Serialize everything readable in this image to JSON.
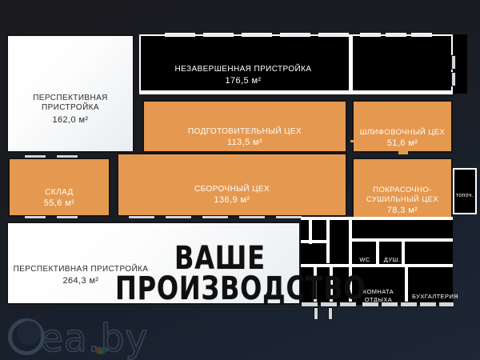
{
  "document": {
    "kind": "floor-plan",
    "language": "ru",
    "headline_line1": "ВАШЕ",
    "headline_line2": "ПРОИЗВОДСТВО"
  },
  "palette": {
    "background_dark": "#1a1c22",
    "room_orange": "#e5984f",
    "room_black": "#000000",
    "room_white": "#ffffff",
    "wall_white": "#ffffff",
    "wall_black": "#111111",
    "label_dark": "#2b2b2b",
    "label_light": "#ffffff"
  },
  "rooms": [
    {
      "id": "perspective-top-left",
      "name": "ПЕРСПЕКТИВНАЯ ПРИСТРОЙКА",
      "area": "162,0 м²",
      "fill": "white"
    },
    {
      "id": "unfinished-extension",
      "name": "НЕЗАВЕРШЕННАЯ ПРИСТРОЙКА",
      "area": "176,5 м²",
      "fill": "black"
    },
    {
      "id": "preparation-shop",
      "name": "ПОДГОТОВИТЕЛЬНЫЙ ЦЕХ",
      "area": "113,5 м²",
      "fill": "orange"
    },
    {
      "id": "grinding-shop",
      "name": "ШЛИФОВОЧНЫЙ ЦЕХ",
      "area": "51,6 м²",
      "fill": "orange"
    },
    {
      "id": "warehouse",
      "name": "СКЛАД",
      "area": "55,6 м²",
      "fill": "orange"
    },
    {
      "id": "assembly-shop",
      "name": "СБОРОЧНЫЙ ЦЕХ",
      "area": "136,9 м²",
      "fill": "orange"
    },
    {
      "id": "paint-dry-shop",
      "name": "ПОКРАСОЧНО-\nСУШИЛЬНЫЙ ЦЕХ",
      "area": "78,3 м²",
      "fill": "orange"
    },
    {
      "id": "perspective-bottom-left",
      "name": "ПЕРСПЕКТИВНАЯ ПРИСТРОЙКА",
      "area": "264,3 м²",
      "fill": "white"
    }
  ],
  "small_rooms": [
    {
      "id": "boiler-room",
      "name": "топоч.",
      "fill": "black"
    },
    {
      "id": "wc",
      "name": "WC",
      "fill": "black"
    },
    {
      "id": "shower",
      "name": "ДУШ.",
      "fill": "black"
    },
    {
      "id": "rest-room",
      "name": "КОМНАТА\nОТДЫХА",
      "fill": "black"
    },
    {
      "id": "accounting",
      "name": "БУХГАЛТЕРИЯ",
      "fill": "black"
    }
  ],
  "watermark": {
    "text": "ea.by"
  }
}
